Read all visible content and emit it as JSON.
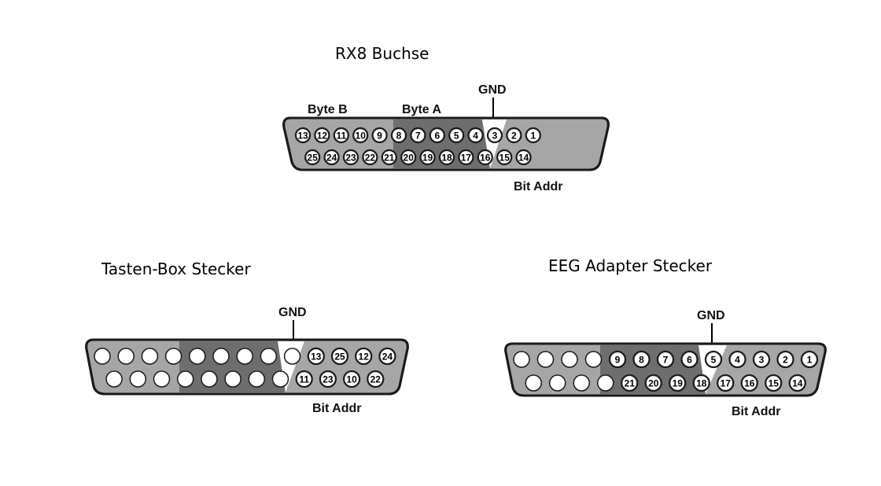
{
  "connectors": [
    {
      "id": "rx8",
      "title": "RX8 Buchse",
      "gnd_label": "GND",
      "bit_addr_label": "Bit Addr",
      "byte_b_label": "Byte B",
      "byte_a_label": "Byte A",
      "top_row": [
        "13",
        "12",
        "11",
        "10",
        "9",
        "8",
        "7",
        "6",
        "5",
        "4",
        "3",
        "2",
        "1"
      ],
      "bottom_row": [
        "25",
        "24",
        "23",
        "22",
        "21",
        "20",
        "19",
        "18",
        "17",
        "16",
        "15",
        "14"
      ]
    },
    {
      "id": "tasten",
      "title": "Tasten-Box Stecker",
      "gnd_label": "GND",
      "bit_addr_label": "Bit Addr",
      "top_row": [
        "",
        "",
        "",
        "",
        "",
        "",
        "",
        "",
        "",
        "13",
        "25",
        "12",
        "24"
      ],
      "bottom_row": [
        "",
        "",
        "",
        "",
        "",
        "",
        "",
        "",
        "11",
        "23",
        "10",
        "22"
      ]
    },
    {
      "id": "eeg",
      "title": "EEG Adapter Stecker",
      "gnd_label": "GND",
      "bit_addr_label": "Bit Addr",
      "top_row": [
        "",
        "",
        "",
        "",
        "9",
        "8",
        "7",
        "6",
        "5",
        "4",
        "3",
        "2",
        "1"
      ],
      "bottom_row": [
        "",
        "",
        "",
        "",
        "21",
        "20",
        "19",
        "18",
        "17",
        "16",
        "15",
        "14"
      ]
    }
  ]
}
